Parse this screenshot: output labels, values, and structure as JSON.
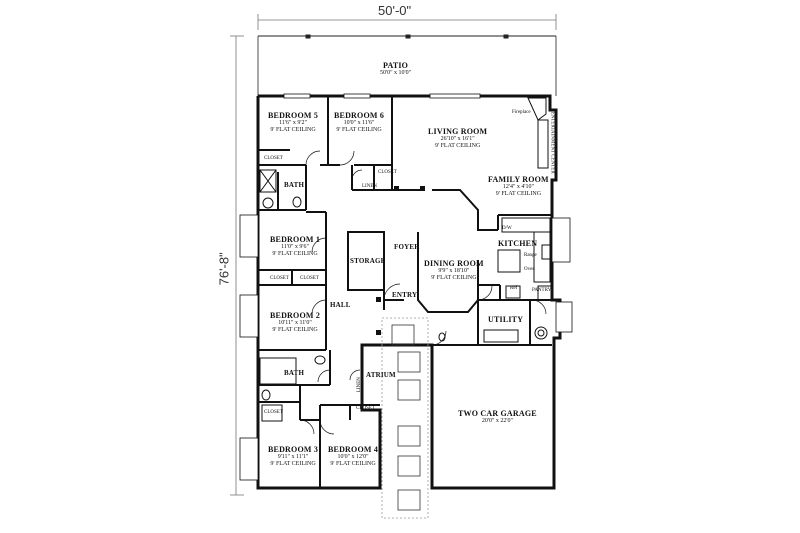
{
  "dimensions": {
    "width_label": "50'-0\"",
    "depth_label": "76'-8\""
  },
  "rooms": {
    "patio": {
      "name": "PATIO",
      "size": "50'0\" x 10'0\""
    },
    "bedroom5": {
      "name": "BEDROOM 5",
      "size": "11'6\" x 9'2\"",
      "ceiling": "9' FLAT CEILING"
    },
    "bedroom6": {
      "name": "BEDROOM 6",
      "size": "10'0\" x 11'6\"",
      "ceiling": "9' FLAT CEILING"
    },
    "living": {
      "name": "LIVING ROOM",
      "size": "26'10\" x 16'1\"",
      "ceiling": "9' FLAT CEILING"
    },
    "family": {
      "name": "FAMILY ROOM",
      "size": "12'4\" x 4'10\"",
      "ceiling": "9' FLAT CEILING"
    },
    "bedroom1": {
      "name": "BEDROOM 1",
      "size": "11'0\" x 9'6\"",
      "ceiling": "9' FLAT CEILING"
    },
    "bedroom2": {
      "name": "BEDROOM 2",
      "size": "10'11\" x 11'0\"",
      "ceiling": "9' FLAT CEILING"
    },
    "bedroom3": {
      "name": "BEDROOM 3",
      "size": "9'11\" x 11'1\"",
      "ceiling": "9' FLAT CEILING"
    },
    "bedroom4": {
      "name": "BEDROOM 4",
      "size": "10'0\" x 12'0\"",
      "ceiling": "9' FLAT CEILING"
    },
    "dining": {
      "name": "DINING ROOM",
      "size": "9'9\" x 18'10\"",
      "ceiling": "9' FLAT CEILING"
    },
    "garage": {
      "name": "TWO CAR GARAGE",
      "size": "20'0\" x 22'0\""
    },
    "kitchen": {
      "name": "KITCHEN"
    },
    "utility": {
      "name": "UTILITY"
    },
    "storage": {
      "name": "STORAGE"
    },
    "foyer": {
      "name": "FOYER"
    },
    "entry": {
      "name": "ENTRY"
    },
    "hall": {
      "name": "HALL"
    },
    "atrium": {
      "name": "ATRIUM"
    },
    "bath_upper": {
      "name": "BATH"
    },
    "bath_lower": {
      "name": "BATH"
    }
  },
  "small_labels": {
    "closet": "CLOSET",
    "linen": "LINEN",
    "fireplace": "Fireplace",
    "entertainment": "ENTERTAINMENT CENTER",
    "pantry": "PANTRY",
    "range": "Range",
    "oven": "Oven",
    "dw": "D/W",
    "ref": "Ref"
  }
}
